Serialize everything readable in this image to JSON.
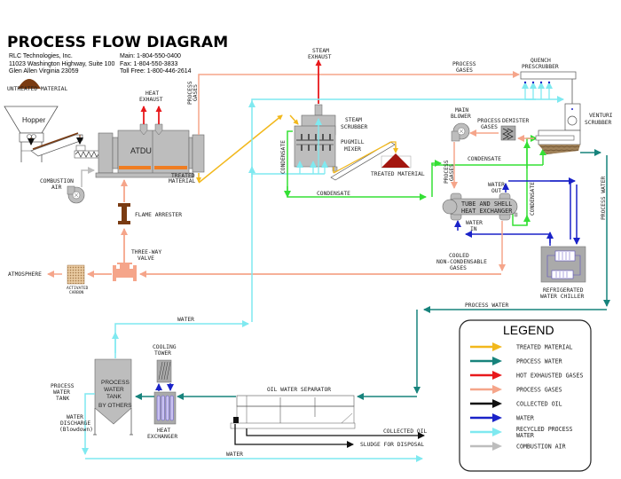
{
  "header": {
    "title": "PROCESS FLOW DIAGRAM",
    "company": [
      "RLC Technologies, Inc.",
      "11023 Washington Highway, Suite 100",
      "Glen Allen Virginia 23059"
    ],
    "contact": [
      "Main: 1-804-550-0400",
      "Fax:   1-804-550-3833",
      "Toll Free: 1-800-446-2614"
    ]
  },
  "colors": {
    "treated_material": "#f2b81c",
    "process_water": "#17837c",
    "hot_exhausted_gases": "#e8191c",
    "process_gases": "#f5a58a",
    "collected_oil": "#111111",
    "water": "#1a22c8",
    "recycled_process_water": "#7fe9f0",
    "combustion_air": "#bdbdbd",
    "condensate": "#35e035",
    "equipment": "#bdbdbd",
    "brown": "#7a3b12",
    "orange_bed": "#ef7d22"
  },
  "labels": {
    "untreated_material": "UNTREATED MATERIAL",
    "hopper": "Hopper",
    "heat_exhaust": [
      "HEAT",
      "EXHAUST"
    ],
    "process_gases_vert": [
      "PROCESS",
      "GASES"
    ],
    "atdu": "ATDU",
    "treated_material_1": [
      "TREATED",
      "MATERIAL"
    ],
    "combustion_air": [
      "COMBUSTION",
      "AIR"
    ],
    "flame_arrester": "FLAME ARRESTER",
    "three_way_valve": [
      "THREE-WAY",
      "VALVE"
    ],
    "atmosphere": "ATMOSPHERE",
    "activated_carbon": [
      "ACTIVATED",
      "CARBON"
    ],
    "steam_exhaust": [
      "STEAM",
      "EXHAUST"
    ],
    "steam_scrubber": [
      "STEAM",
      "SCRUBBER"
    ],
    "pugmill_mixer": [
      "PUGMILL",
      "MIXER"
    ],
    "treated_material_2": "TREATED MATERIAL",
    "condensate_vert": "CONDENSATE",
    "condensate_bottom": "CONDENSATE",
    "process_gases_top": [
      "PROCESS",
      "GASES"
    ],
    "quench_prescrubber": [
      "QUENCH",
      "PRESCRUBBER"
    ],
    "venturi_scrubber": [
      "VENTURI",
      "SCRUBBER"
    ],
    "main_blower": [
      "MAIN",
      "BLOWER"
    ],
    "process_gases_blower": [
      "PROCESS",
      "GASES"
    ],
    "demister": "DEMISTER",
    "condensate_mid": "CONDENSATE",
    "process_gases_hx": [
      "PROCESS",
      "GASES"
    ],
    "water_out": [
      "WATER",
      "OUT"
    ],
    "tube_shell": [
      "TUBE AND SHELL",
      "HEAT EXCHANGER"
    ],
    "condensate_hx": "CONDENSATE",
    "water_in": [
      "WATER",
      "IN"
    ],
    "process_water_vert": "PROCESS WATER",
    "cooled_gases": [
      "COOLED",
      "NON-CONDENSABLE",
      "GASES"
    ],
    "refrigerated_chiller": [
      "REFRIGERATED",
      "WATER CHILLER"
    ],
    "process_water_mid": "PROCESS WATER",
    "water_top": "WATER",
    "cooling_tower": [
      "COOLING",
      "TOWER"
    ],
    "process_water_tank_side": [
      "PROCESS",
      "WATER",
      "TANK"
    ],
    "process_water_tank_inner": [
      "PROCESS",
      "WATER",
      "TANK",
      "BY OTHERS"
    ],
    "water_discharge": [
      "WATER",
      "DISCHARGE",
      "(Blowdown)"
    ],
    "heat_exchanger": [
      "HEAT",
      "EXCHANGER"
    ],
    "oil_water_separator": "OIL WATER SEPARATOR",
    "collected_oil": "COLLECTED OIL",
    "sludge": "SLUDGE FOR DISPOSAL",
    "water_bottom": "WATER"
  },
  "legend": {
    "title": "LEGEND",
    "items": [
      {
        "label": "TREATED MATERIAL",
        "color": "#f2b81c"
      },
      {
        "label": "PROCESS WATER",
        "color": "#17837c"
      },
      {
        "label": "HOT EXHAUSTED GASES",
        "color": "#e8191c"
      },
      {
        "label": "PROCESS GASES",
        "color": "#f5a58a"
      },
      {
        "label": "COLLECTED OIL",
        "color": "#111111"
      },
      {
        "label": "WATER",
        "color": "#1a22c8"
      },
      {
        "label": "RECYCLED PROCESS",
        "label2": "WATER",
        "color": "#7fe9f0"
      },
      {
        "label": "COMBUSTION AIR",
        "color": "#bdbdbd"
      }
    ]
  }
}
